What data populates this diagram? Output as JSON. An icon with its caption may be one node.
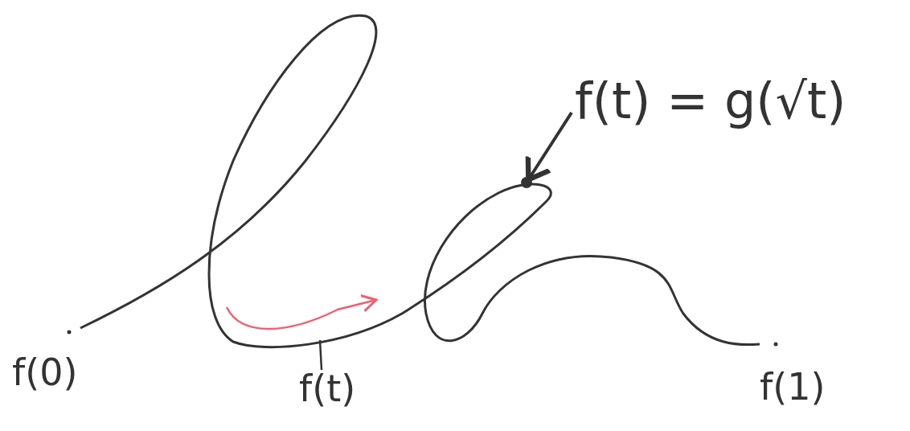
{
  "diagram": {
    "nodes": [
      {
        "text": [
          "f(t) = g(√t)"
        ]
      },
      {
        "text": [],
        "shape": "circle"
      },
      {
        "text": [
          "f(t)"
        ]
      }
    ],
    "edges": [
      {
        "from": 0,
        "to": 1,
        "arrow": "to"
      },
      {
        "from": 2,
        "to": null,
        "arrow": "none"
      }
    ],
    "labels": [
      "f(0)",
      "f(1)"
    ]
  }
}
